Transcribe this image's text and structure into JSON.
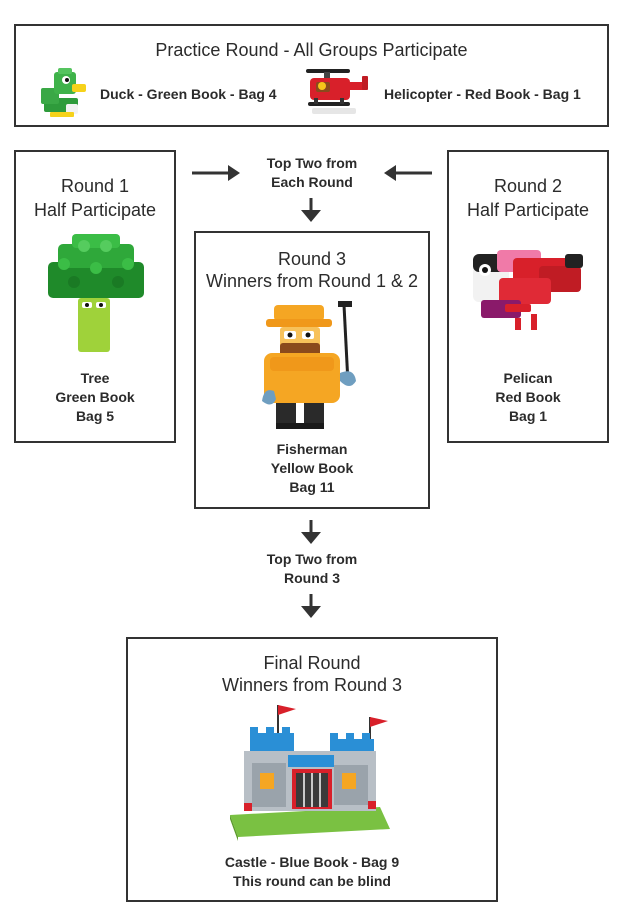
{
  "practice": {
    "title": "Practice Round - All Groups Participate",
    "left_label": "Duck - Green Book - Bag 4",
    "right_label": "Helicopter - Red Book - Bag 1"
  },
  "round1": {
    "title_line1": "Round 1",
    "title_line2": "Half Participate",
    "caption": [
      "Tree",
      "Green Book",
      "Bag 5"
    ]
  },
  "round2": {
    "title_line1": "Round 2",
    "title_line2": "Half Participate",
    "caption": [
      "Pelican",
      "Red Book",
      "Bag 1"
    ]
  },
  "topflow": {
    "line1": "Top Two from",
    "line2": "Each Round"
  },
  "round3": {
    "title_line1": "Round 3",
    "title_line2": "Winners from Round 1 & 2",
    "caption": [
      "Fisherman",
      "Yellow Book",
      "Bag 11"
    ]
  },
  "midflow": {
    "line1": "Top Two from",
    "line2": "Round 3"
  },
  "final": {
    "title_line1": "Final Round",
    "title_line2": "Winners from Round 3",
    "caption": [
      "Castle - Blue Book - Bag 9",
      "This round can be blind"
    ]
  },
  "colors": {
    "border": "#333333",
    "lego_green": "#2e8b2e",
    "lego_red": "#d8202a",
    "lego_yellow": "#f5a623",
    "lego_blue": "#2a8fd6"
  }
}
